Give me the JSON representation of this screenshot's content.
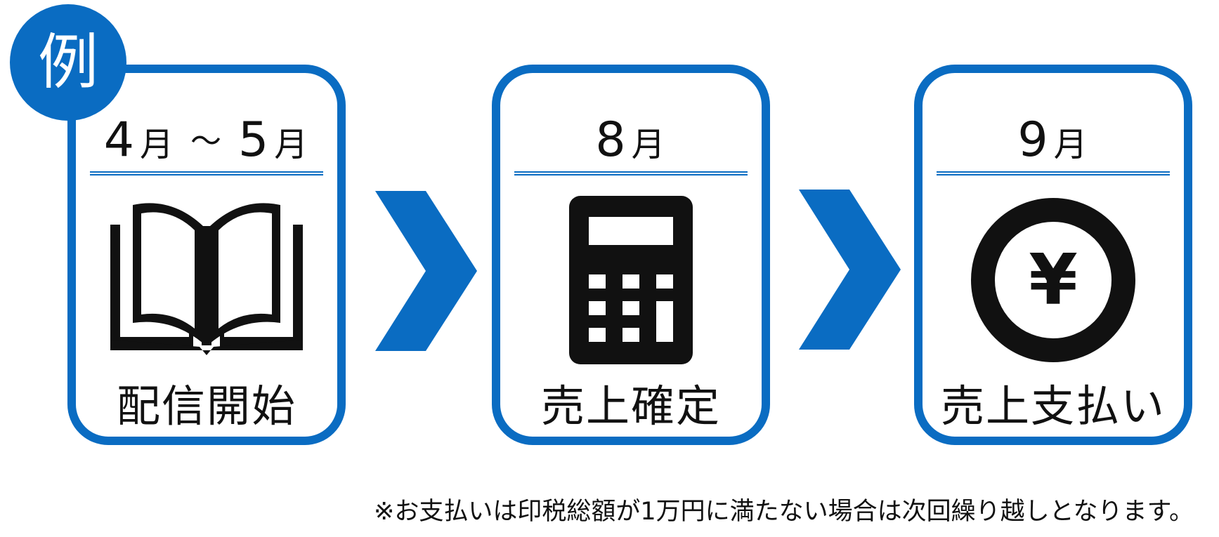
{
  "badge": {
    "label": "例"
  },
  "steps": [
    {
      "date": {
        "from_num": "4",
        "from_unit": "月",
        "separator": "～",
        "to_num": "5",
        "to_unit": "月"
      },
      "icon": "open-book-icon",
      "label": "配信開始"
    },
    {
      "date": {
        "num": "8",
        "unit": "月"
      },
      "icon": "calculator-icon",
      "label": "売上確定"
    },
    {
      "date": {
        "num": "9",
        "unit": "月"
      },
      "icon": "yen-coin-icon",
      "label": "売上支払い"
    }
  ],
  "arrows": [
    "chevron-right-icon",
    "chevron-right-icon"
  ],
  "coin_symbol": "¥",
  "footnote": "※お支払いは印税総額が1万円に満たない場合は次回繰り越しとなります。",
  "colors": {
    "accent": "#0a6cc2",
    "icon": "#111111",
    "background": "#ffffff"
  }
}
